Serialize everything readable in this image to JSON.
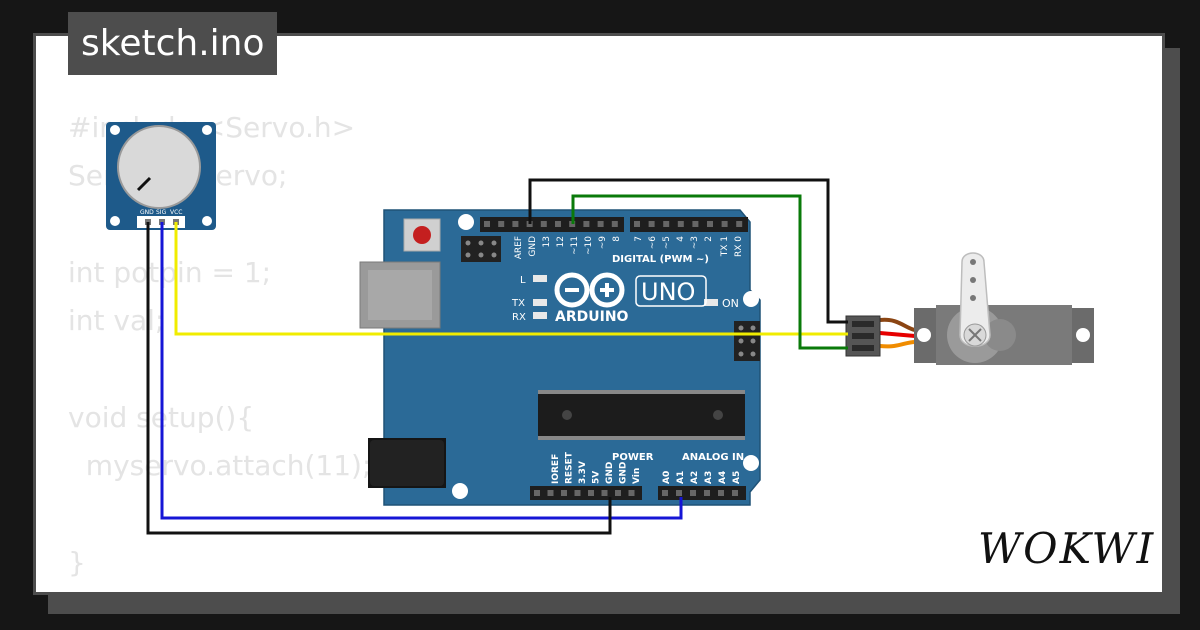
{
  "file_tag": "sketch.ino",
  "code_lines": [
    "#include <Servo.h>",
    "Servo myservo;",
    "",
    "int potpin = 1;",
    "int val;",
    "",
    "void setup(){",
    "  myservo.attach(11);",
    "",
    "}"
  ],
  "brand": "WOKWI",
  "board": {
    "logo_text": "ARDUINO",
    "model": "UNO",
    "digital_label": "DIGITAL (PWM ~)",
    "power_label": "POWER",
    "analog_label": "ANALOG IN",
    "on_label": "ON",
    "led_l": "L",
    "led_tx": "TX",
    "led_rx": "RX",
    "top_pins": [
      "AREF",
      "GND",
      "13",
      "12",
      "~11",
      "~10",
      "~9",
      "8",
      "7",
      "~6",
      "~5",
      "4",
      "~3",
      "2",
      "TX 1",
      "RX 0"
    ],
    "power_pins": [
      "IOREF",
      "RESET",
      "3.3V",
      "5V",
      "GND",
      "GND",
      "Vin"
    ],
    "analog_pins": [
      "A0",
      "A1",
      "A2",
      "A3",
      "A4",
      "A5"
    ]
  },
  "potentiometer": {
    "pins": [
      "GND",
      "SIG",
      "VCC"
    ]
  },
  "colors": {
    "board": "#2b6a97",
    "wire_black": "#111111",
    "wire_blue": "#1515d6",
    "wire_yellow": "#f0ec00",
    "wire_green": "#0a7a0a",
    "servo_body": "#6b6b6b"
  }
}
